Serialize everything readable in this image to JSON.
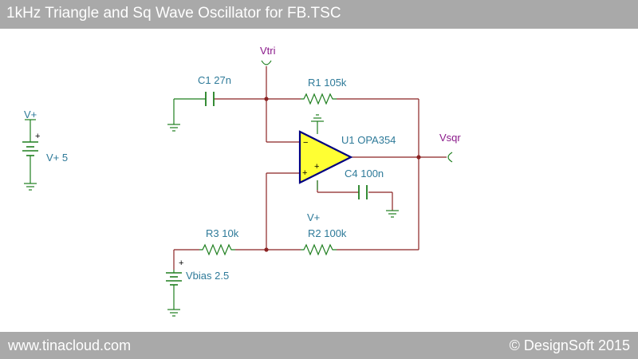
{
  "header": {
    "title": "1kHz Triangle and Sq Wave Oscillator for FB.TSC"
  },
  "footer": {
    "left": "www.tinacloud.com",
    "right": "© DesignSoft 2015"
  },
  "components": {
    "v_plus_source": {
      "name": "V+",
      "value": "V+ 5"
    },
    "c1": "C1 27n",
    "r1": "R1 105k",
    "u1": "U1 OPA354",
    "c4": "C4 100n",
    "r3": "R3 10k",
    "r2": "R2 100k",
    "vbias": "Vbias 2.5",
    "supply_pin": "V+"
  },
  "nets": {
    "vtri": "Vtri",
    "vsqr": "Vsqr"
  },
  "symbols": {
    "minus": "−",
    "plus": "+"
  },
  "colors": {
    "wire": "#8b2323",
    "component": "#1f7f1f",
    "opamp_fill": "#ffff33",
    "opamp_outline": "#000080",
    "label": "#2e7a99",
    "net_label": "#8b1a8b",
    "bar": "#a9a9a9"
  }
}
